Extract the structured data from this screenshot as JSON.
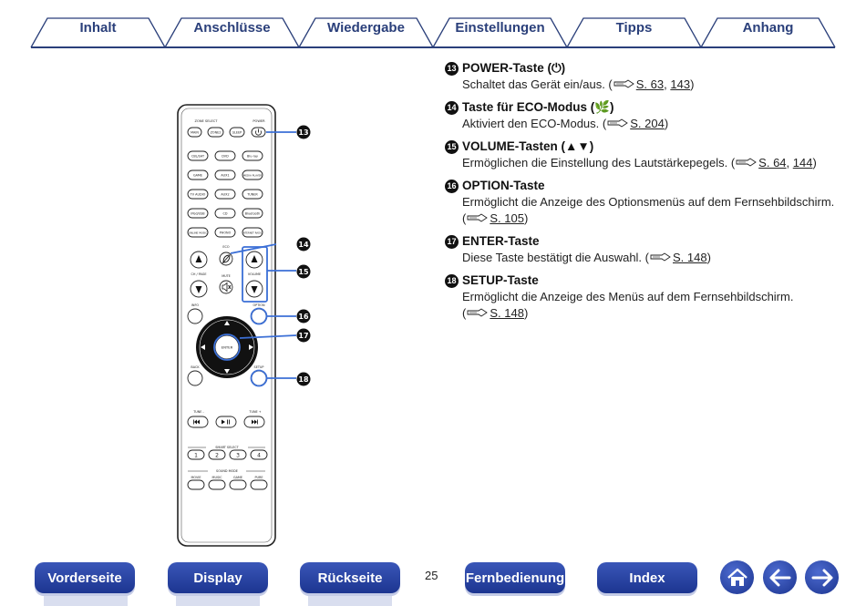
{
  "tabs": [
    {
      "label": "Inhalt"
    },
    {
      "label": "Anschlüsse"
    },
    {
      "label": "Wiedergabe"
    },
    {
      "label": "Einstellungen"
    },
    {
      "label": "Tipps"
    },
    {
      "label": "Anhang"
    }
  ],
  "remote": {
    "zone_select": "ZONE SELECT",
    "power": "POWER",
    "main": "MAIN",
    "zone2": "ZONE2",
    "sleep": "SLEEP",
    "cbl_sat": "CBL/SAT",
    "dvd": "DVD",
    "bluray": "Blu-ray",
    "game": "GAME",
    "aux1": "AUX1",
    "media_player": "MEDIA PLAYER",
    "tv_audio": "TV AUDIO",
    "aux2": "AUX2",
    "tuner": "TUNER",
    "ipod_usb": "iPod/USB",
    "cd": "CD",
    "bluetooth": "Bluetooth",
    "online_music": "ONLINE MUSIC",
    "phono": "PHONO",
    "internet_radio": "INTERNET RADIO",
    "eco": "ECO",
    "ch_page": "CH / PAGE",
    "mute": "MUTE",
    "volume": "VOLUME",
    "info": "INFO",
    "option": "OPTION",
    "enter": "ENTER",
    "back": "BACK",
    "setup": "SETUP",
    "tune_minus": "TUNE -",
    "tune_plus": "TUNE +",
    "smart_select": "SMART SELECT",
    "smart_1": "1",
    "smart_2": "2",
    "smart_3": "3",
    "smart_4": "4",
    "sound_mode": "SOUND MODE",
    "movie": "MOVIE",
    "music": "MUSIC",
    "game2": "GAME",
    "pure": "PURE",
    "callouts": [
      "13",
      "14",
      "15",
      "16",
      "17",
      "18"
    ]
  },
  "items": [
    {
      "num": "13",
      "title": "POWER-Taste (⏻)",
      "text": "Schaltet das Gerät ein/aus. (",
      "links": [
        "S. 63",
        "143"
      ],
      "tail": ")"
    },
    {
      "num": "14",
      "title": "Taste für ECO-Modus (🌿)",
      "text": "Aktiviert den ECO-Modus. (",
      "links": [
        "S. 204"
      ],
      "tail": ")"
    },
    {
      "num": "15",
      "title": "VOLUME-Tasten (▲▼)",
      "text": "Ermöglichen die Einstellung des Lautstärkepegels. (",
      "links": [
        "S. 64",
        "144"
      ],
      "tail": ")"
    },
    {
      "num": "16",
      "title": "OPTION-Taste",
      "text": "Ermöglicht die Anzeige des Optionsmenüs auf dem Fernsehbildschirm.",
      "text2": "(",
      "links": [
        "S. 105"
      ],
      "tail": ")"
    },
    {
      "num": "17",
      "title": "ENTER-Taste",
      "text": "Diese Taste bestätigt die Auswahl. (",
      "links": [
        "S. 148"
      ],
      "tail": ")"
    },
    {
      "num": "18",
      "title": "SETUP-Taste",
      "text": "Ermöglicht die Anzeige des Menüs auf dem Fernsehbildschirm.",
      "text2": "(",
      "links": [
        "S. 148"
      ],
      "tail": ")"
    }
  ],
  "footer": {
    "front": "Vorderseite",
    "display": "Display",
    "rear": "Rückseite",
    "page": "25",
    "remote": "Fernbedienung",
    "index": "Index"
  }
}
